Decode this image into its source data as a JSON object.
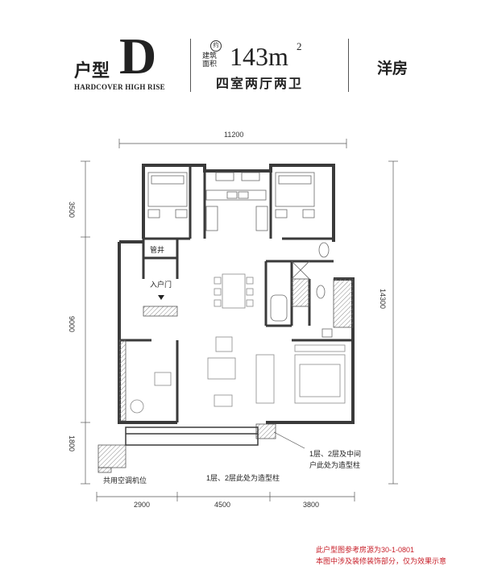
{
  "header": {
    "type_label": "户型",
    "type_letter": "D",
    "type_subtitle": "HARDCOVER HIGH RISE",
    "approx_label": "约",
    "area_label_1": "建筑",
    "area_label_2": "面积",
    "area_value": "143m",
    "area_sup": "2",
    "rooms": "四室两厅两卫",
    "style": "洋房"
  },
  "dimensions": {
    "top": "11200",
    "left_top": "3500",
    "left_mid": "9000",
    "left_bottom": "1800",
    "right": "14300",
    "bottom_1": "2900",
    "bottom_2": "4500",
    "bottom_3": "3800"
  },
  "labels": {
    "shaft": "管井",
    "entry": "入户门",
    "ac_position": "共用空调机位",
    "column_note_bottom": "1层、2层此处为造型柱",
    "column_note_right_1": "1层、2层及中间",
    "column_note_right_2": "户此处为造型柱"
  },
  "footer": {
    "line1": "此户型图参考房源为30-1-0801",
    "line2": "本图中涉及装修装饰部分，仅为效果示意"
  },
  "colors": {
    "accent_red": "#c8202a",
    "wall": "#3a3a3a",
    "hatch": "#8a8a8a"
  }
}
